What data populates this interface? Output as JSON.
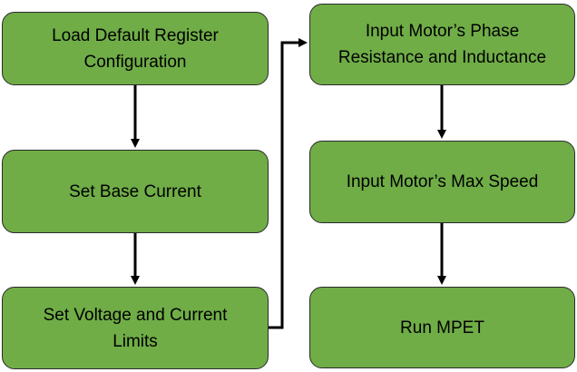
{
  "diagram": {
    "colors": {
      "box_fill": "#70ad47",
      "box_border": "#2b2b2b",
      "arrow": "#000000",
      "text": "#000000"
    },
    "steps": [
      {
        "id": "load",
        "line1": "Load Default Register",
        "line2": "Configuration"
      },
      {
        "id": "base",
        "line1": "Set Base Current",
        "line2": ""
      },
      {
        "id": "limits",
        "line1": "Set Voltage and Current",
        "line2": "Limits"
      },
      {
        "id": "phase",
        "line1": "Input Motor’s Phase",
        "line2": "Resistance and Inductance"
      },
      {
        "id": "speed",
        "line1": "Input Motor’s Max Speed",
        "line2": ""
      },
      {
        "id": "mpet",
        "line1": "Run MPET",
        "line2": ""
      }
    ],
    "connections": [
      {
        "from": "load",
        "to": "base"
      },
      {
        "from": "base",
        "to": "limits"
      },
      {
        "from": "limits",
        "to": "phase"
      },
      {
        "from": "phase",
        "to": "speed"
      },
      {
        "from": "speed",
        "to": "mpet"
      }
    ]
  }
}
